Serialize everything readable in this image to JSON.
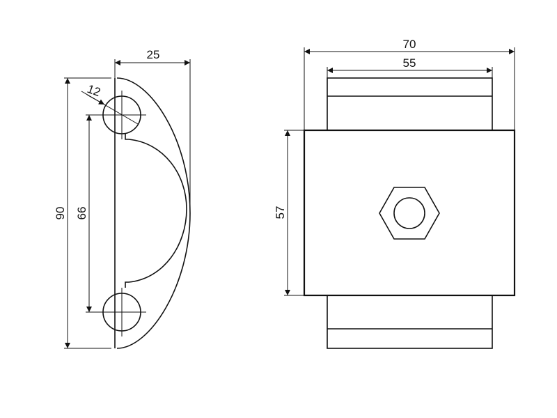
{
  "dimensions": {
    "side_height": "90",
    "hole_spacing": "66",
    "hole_diameter": "12",
    "depth": "25",
    "front_width": "70",
    "cap_width": "55",
    "body_height": "57"
  },
  "colors": {
    "line": "#111111",
    "background": "#ffffff"
  }
}
